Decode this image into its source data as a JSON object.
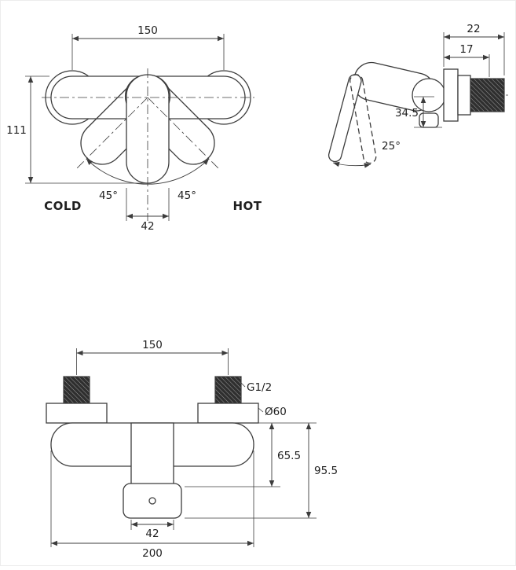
{
  "drawing": {
    "colors": {
      "background": "#ffffff",
      "line": "#3c3c3c"
    },
    "front_view": {
      "dim_width": "150",
      "dim_height": "111",
      "dim_handle_width": "42",
      "angle_left": "45°",
      "angle_right": "45°",
      "label_cold": "COLD",
      "label_hot": "HOT"
    },
    "side_view": {
      "dim_wall_offset": "22",
      "dim_depth": "17",
      "dim_drop": "34.5",
      "angle_open": "25°"
    },
    "installation_view": {
      "dim_spacing": "150",
      "thread_label": "G1/2",
      "diameter_label": "Ø60",
      "dim_body_drop": "65.5",
      "dim_total_drop": "95.5",
      "dim_handle_width": "42",
      "dim_total_width": "200"
    }
  }
}
